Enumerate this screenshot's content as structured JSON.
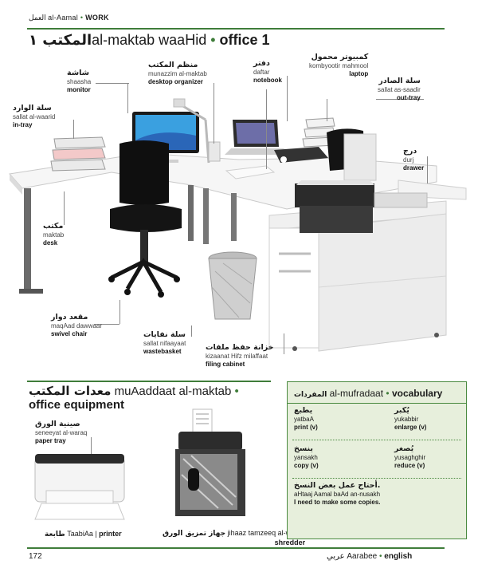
{
  "header": {
    "arabic": "العمل",
    "translit": "al-Aamal",
    "english": "WORK"
  },
  "title": {
    "arabic": "المكتب ١",
    "translit": "al-maktab waaHid",
    "english": "office 1"
  },
  "labels": {
    "monitor": {
      "arabic": "شاشة",
      "translit": "shaasha",
      "english": "monitor"
    },
    "desktop_organizer": {
      "arabic": "منظم المكتب",
      "translit": "munazzim al-maktab",
      "english": "desktop organizer"
    },
    "notebook": {
      "arabic": "دفتر",
      "translit": "daftar",
      "english": "notebook"
    },
    "laptop": {
      "arabic": "كمبيوتر محمول",
      "translit": "kombyootir mahmool",
      "english": "laptop"
    },
    "out_tray": {
      "arabic": "سلة الصادر",
      "translit": "sallat as-saadir",
      "english": "out-tray"
    },
    "in_tray": {
      "arabic": "سلة الوارد",
      "translit": "sallat al-waarid",
      "english": "in-tray"
    },
    "drawer": {
      "arabic": "درج",
      "translit": "durj",
      "english": "drawer"
    },
    "desk": {
      "arabic": "مكتب",
      "translit": "maktab",
      "english": "desk"
    },
    "swivel_chair": {
      "arabic": "مقعد دوار",
      "translit": "maqAad dawwaar",
      "english": "swivel chair"
    },
    "wastebasket": {
      "arabic": "سلة نفايات",
      "translit": "sallat nifaayaat",
      "english": "wastebasket"
    },
    "filing_cabinet": {
      "arabic": "خزانة حفظ ملفات",
      "translit": "kizaanat Hifz milaffaat",
      "english": "filing cabinet"
    }
  },
  "equipment": {
    "heading_arabic": "معدات المكتب",
    "heading_translit": "muAaddaat al-maktab",
    "heading_english": "office equipment",
    "paper_tray": {
      "arabic": "صينية الورق",
      "translit": "seneeyat al-waraq",
      "english": "paper tray"
    },
    "printer": {
      "arabic": "طابعة",
      "translit": "TaabiAa",
      "english": "printer"
    },
    "shredder": {
      "arabic": "جهاز تمزيق الورق",
      "translit": "jihaaz tamzeeq al-waraq",
      "english": "shredder"
    }
  },
  "vocabulary": {
    "arabic": "المفردات",
    "translit": "al-mufradaat",
    "english": "vocabulary",
    "items": [
      {
        "arabic": "يطبع",
        "translit": "yatbaA",
        "english": "print (v)"
      },
      {
        "arabic": "يُكبر",
        "translit": "yukabbir",
        "english": "enlarge (v)"
      },
      {
        "arabic": "ينسخ",
        "translit": "yansakh",
        "english": "copy (v)"
      },
      {
        "arabic": "يُصغر",
        "translit": "yusaghghir",
        "english": "reduce (v)"
      }
    ],
    "phrase": {
      "arabic": "أحتاج عمل بعض النسخ.",
      "translit": "aHtaaj Aamal baAd an-nusakh",
      "english": "I need to make some copies."
    }
  },
  "footer": {
    "page": "172",
    "arabic": "عربي",
    "translit": "Aarabee",
    "english": "english"
  },
  "colors": {
    "accent": "#3f7d3a",
    "vocab_bg": "#e7efdc"
  }
}
